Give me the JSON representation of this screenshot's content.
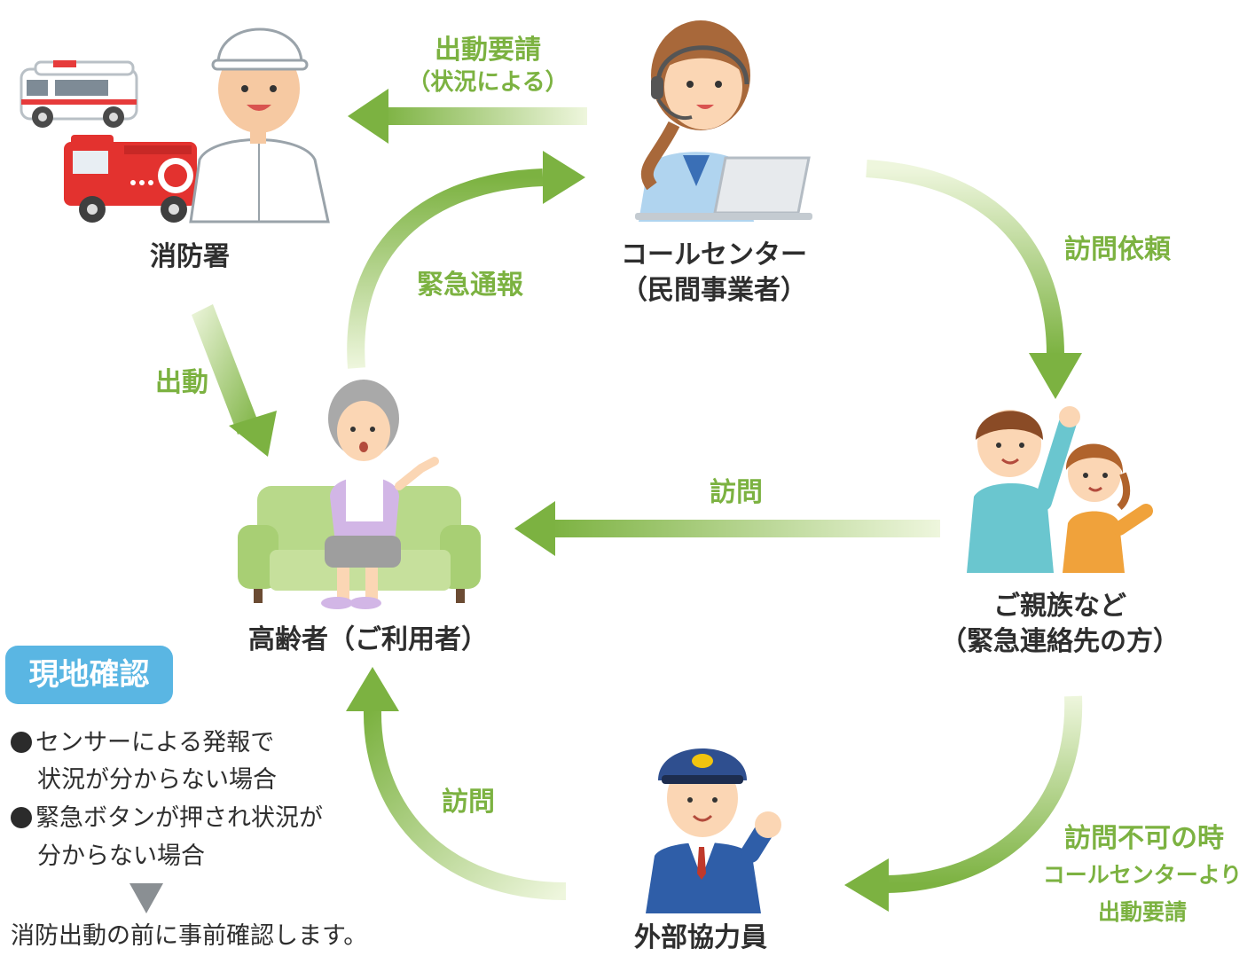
{
  "nodes": {
    "fire_station": "消防署",
    "call_center_line1": "コールセンター",
    "call_center_line2": "（民間事業者）",
    "elderly": "高齢者（ご利用者）",
    "relatives_line1": "ご親族など",
    "relatives_line2": "（緊急連絡先の方）",
    "external_staff": "外部協力員"
  },
  "edges": {
    "dispatch_request_line1": "出動要請",
    "dispatch_request_line2": "（状況による）",
    "emergency_call": "緊急通報",
    "visit_request": "訪問依頼",
    "dispatch": "出動",
    "visit_relatives": "訪問",
    "visit_external": "訪問",
    "unavailable_line1": "訪問不可の時",
    "unavailable_line2": "コールセンターより",
    "unavailable_line3": "出動要請"
  },
  "onsite_check": {
    "badge": "現地確認",
    "item1_line1": "センサーによる発報で",
    "item1_line2": "状況が分からない場合",
    "item2_line1": "緊急ボタンが押され状況が",
    "item2_line2": "分からない場合",
    "conclusion": "消防出動の前に事前確認します。"
  },
  "colors": {
    "arrow_green": "#7cb241",
    "arrow_light": "#e6f2cf",
    "label_green": "#7cb241",
    "badge_blue": "#5ab6e3",
    "text_dark": "#2e2e2e"
  },
  "icons": [
    "ambulance-icon",
    "fire-truck-icon",
    "firefighter-icon",
    "operator-icon",
    "laptop-icon",
    "elderly-woman-icon",
    "sofa-icon",
    "relatives-icon",
    "security-guard-icon"
  ]
}
